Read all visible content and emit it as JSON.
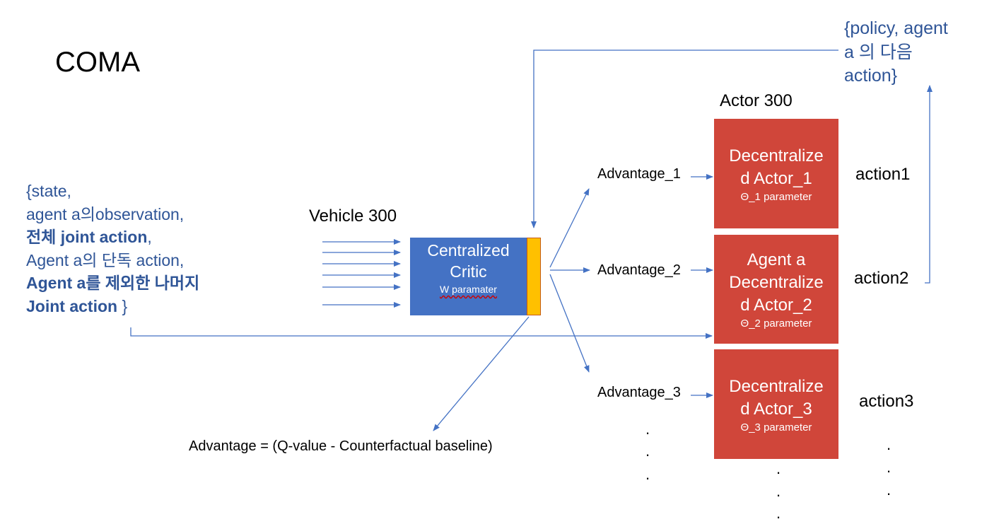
{
  "title": "COMA",
  "top_note": {
    "line1": "{policy, agent",
    "line2": "a 의 다음",
    "line3": "action}"
  },
  "input": {
    "line1": "{state,",
    "line2": "agent a의observation,",
    "line3_bold": "전체 joint action",
    "line3_rest": ",",
    "line4": "Agent a의 단독 action,",
    "line5": "Agent a를 제외한 나머지",
    "line6_bold": "Joint action",
    "line6_rest": " }"
  },
  "vehicle_label": "Vehicle 300",
  "critic": {
    "line1": "Centralized",
    "line2": "Critic",
    "param": "W paramater"
  },
  "actor_header": "Actor 300",
  "actors": [
    {
      "line1": "Decentralize",
      "line2": "d Actor_1",
      "param": "Θ_1 parameter",
      "advantage": "Advantage_1",
      "action": "action1"
    },
    {
      "line0": "Agent a",
      "line1": "Decentralize",
      "line2": "d Actor_2",
      "param": "Θ_2 parameter",
      "advantage": "Advantage_2",
      "action": "action2"
    },
    {
      "line1": "Decentralize",
      "line2": "d Actor_3",
      "param": "Θ_3 parameter",
      "advantage": "Advantage_3",
      "action": "action3"
    }
  ],
  "advantage_formula": "Advantage = (Q-value - Counterfactual baseline)",
  "ellipsis": ".",
  "colors": {
    "critic": "#4472c4",
    "critic_bar": "#ffc000",
    "actor": "#d0463a",
    "arrow": "#4472c4",
    "text_blue": "#2f5597"
  }
}
